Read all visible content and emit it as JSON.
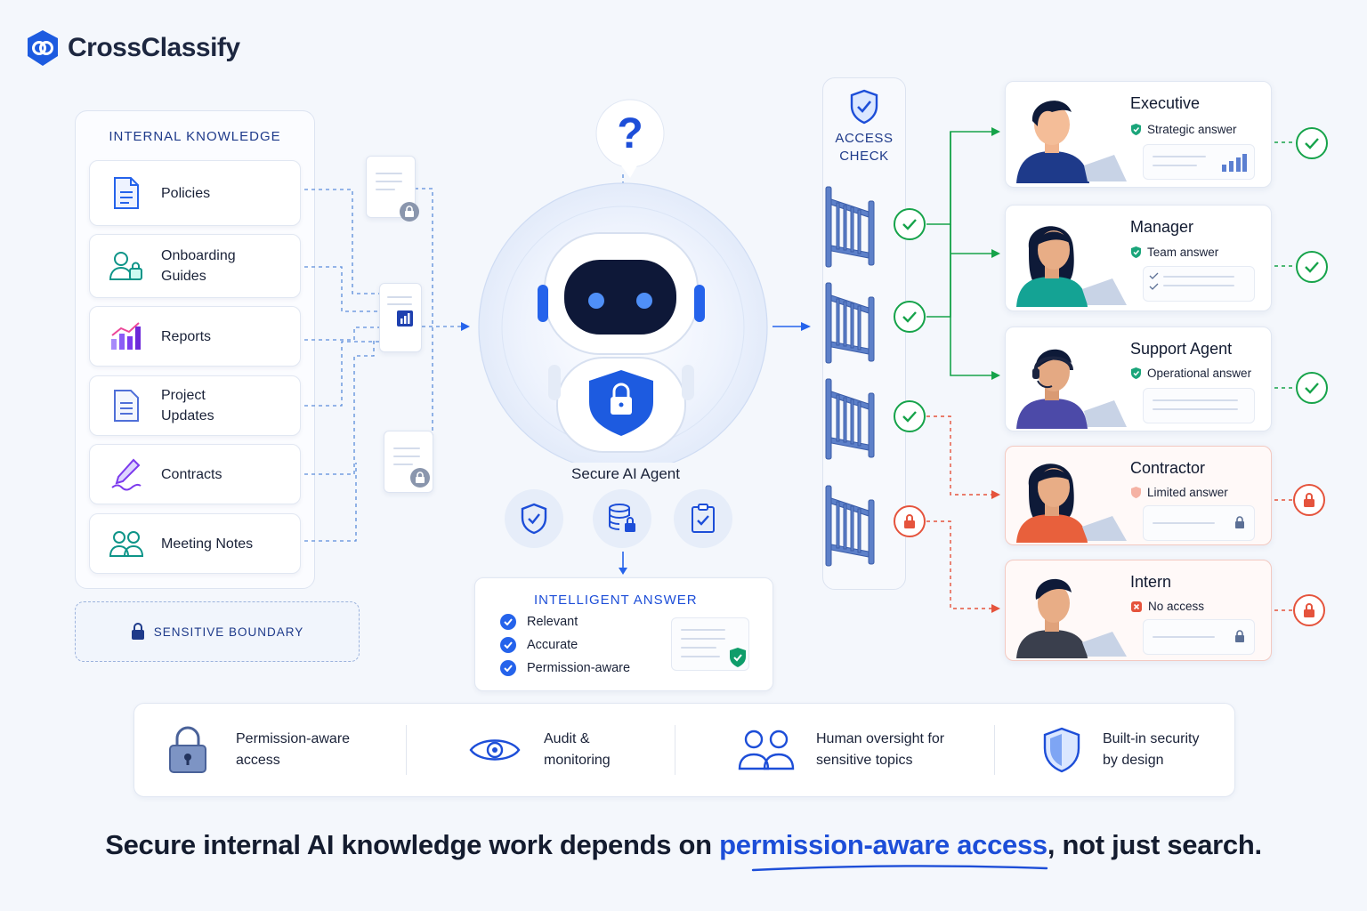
{
  "brand": {
    "name": "CrossClassify",
    "icon": "crossclassify-logo-icon"
  },
  "knowledge": {
    "title": "INTERNAL KNOWLEDGE",
    "items": [
      {
        "label": "Policies",
        "icon": "document-icon"
      },
      {
        "label": "Onboarding Guides",
        "icon": "users-icon"
      },
      {
        "label": "Reports",
        "icon": "bar-chart-icon"
      },
      {
        "label": "Project Updates",
        "icon": "list-document-icon"
      },
      {
        "label": "Contracts",
        "icon": "pen-icon"
      },
      {
        "label": "Meeting Notes",
        "icon": "people-icon"
      }
    ]
  },
  "boundary": {
    "label": "SENSITIVE BOUNDARY",
    "icon": "lock-icon"
  },
  "agent": {
    "label": "Secure AI Agent",
    "question_mark": "?",
    "capabilities": [
      "shield-check-icon",
      "database-lock-icon",
      "clipboard-check-icon"
    ]
  },
  "answer": {
    "title": "INTELLIGENT ANSWER",
    "items": [
      "Relevant",
      "Accurate",
      "Permission-aware"
    ]
  },
  "access": {
    "title_line1": "ACCESS",
    "title_line2": "CHECK",
    "gates": [
      "granted",
      "granted",
      "granted",
      "denied"
    ]
  },
  "roles": [
    {
      "name": "Executive",
      "answer": "Strategic answer",
      "status": "granted"
    },
    {
      "name": "Manager",
      "answer": "Team answer",
      "status": "granted"
    },
    {
      "name": "Support Agent",
      "answer": "Operational answer",
      "status": "granted"
    },
    {
      "name": "Contractor",
      "answer": "Limited answer",
      "status": "limited"
    },
    {
      "name": "Intern",
      "answer": "No access",
      "status": "denied"
    }
  ],
  "features": [
    {
      "line1": "Permission-aware",
      "line2": "access",
      "icon": "padlock-icon"
    },
    {
      "line1": "Audit &",
      "line2": "monitoring",
      "icon": "eye-icon"
    },
    {
      "line1": "Human oversight for",
      "line2": "sensitive topics",
      "icon": "people-icon"
    },
    {
      "line1": "Built-in security",
      "line2": "by design",
      "icon": "shield-icon"
    }
  ],
  "headline": {
    "before": "Secure internal AI knowledge work depends on ",
    "highlight": "permission-aware access",
    "after": ", not just search."
  },
  "colors": {
    "accent": "#1d4ed8",
    "granted": "#16a34a",
    "denied": "#e5533c"
  }
}
